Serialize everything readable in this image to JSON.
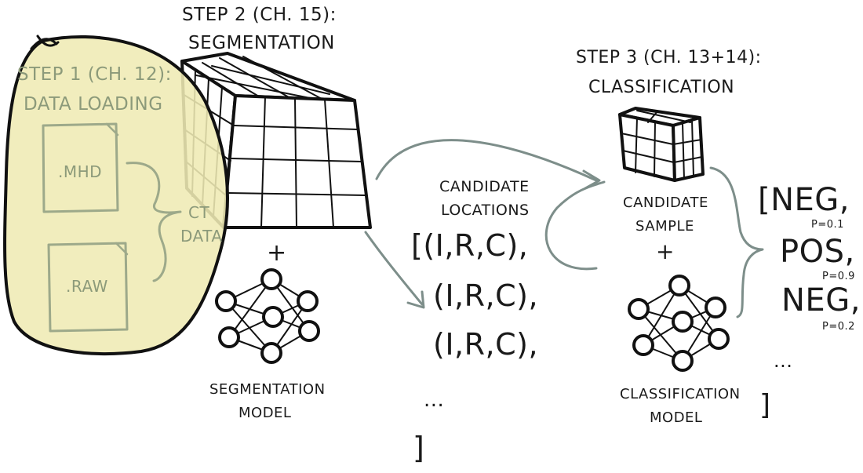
{
  "step1": {
    "title_line1": "STEP 1 (CH. 12):",
    "title_line2": "DATA LOADING",
    "file1": ".MHD",
    "file2": ".RAW",
    "ct_line1": "CT",
    "ct_line2": "DATA",
    "blob_fill": "#efebb4"
  },
  "step2": {
    "title_line1": "STEP 2 (CH. 15):",
    "title_line2": "SEGMENTATION",
    "plus": "+",
    "model_line1": "SEGMENTATION",
    "model_line2": "MODEL"
  },
  "candidates": {
    "label_line1": "CANDIDATE",
    "label_line2": "LOCATIONS",
    "list": [
      "[(I,R,C),",
      "(I,R,C),",
      "(I,R,C),",
      "...",
      "]"
    ]
  },
  "step3": {
    "title_line1": "STEP 3 (CH. 13+14):",
    "title_line2": "CLASSIFICATION",
    "sample_line1": "CANDIDATE",
    "sample_line2": "SAMPLE",
    "plus": "+",
    "model_line1": "CLASSIFICATION",
    "model_line2": "MODEL"
  },
  "results": {
    "items": [
      "[NEG,",
      "POS,",
      "NEG,",
      "...",
      "]"
    ],
    "probs": [
      "P=0.1",
      "P=0.9",
      "P=0.2"
    ]
  },
  "colors": {
    "arrow": "#7d8e8a",
    "faded_text": "#8c9a7a"
  }
}
